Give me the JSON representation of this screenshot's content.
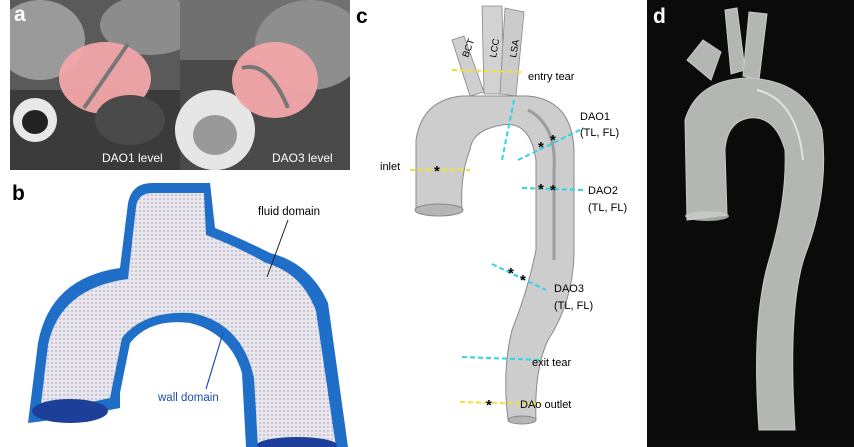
{
  "panels": {
    "a": {
      "label": "a",
      "images": [
        {
          "caption": "DAO1 level"
        },
        {
          "caption": "DAO3 level"
        }
      ]
    },
    "b": {
      "label": "b",
      "annotations": {
        "fluid": "fluid domain",
        "wall": "wall domain"
      }
    },
    "c": {
      "label": "c",
      "branches": [
        "BCT",
        "LCC",
        "LSA"
      ],
      "labels": {
        "entry_tear": "entry tear",
        "inlet": "inlet",
        "dao1": "DAO1",
        "dao1_sub": "(TL, FL)",
        "dao2": "DAO2",
        "dao2_sub": "(TL, FL)",
        "dao3": "DAO3",
        "dao3_sub": "(TL, FL)",
        "exit_tear": "exit tear",
        "outlet": "DAo outlet"
      }
    },
    "d": {
      "label": "d"
    }
  },
  "colors": {
    "lumen_pink": "#f2a6aa",
    "wall_blue": "#1f6fc9",
    "mesh_fill": "#e9e6ee",
    "model_grey": "#c9c9c9",
    "yellow_cut": "#f2e22a",
    "cyan_cut": "#2ed3e6",
    "callout_blue": "#1b4fae"
  }
}
